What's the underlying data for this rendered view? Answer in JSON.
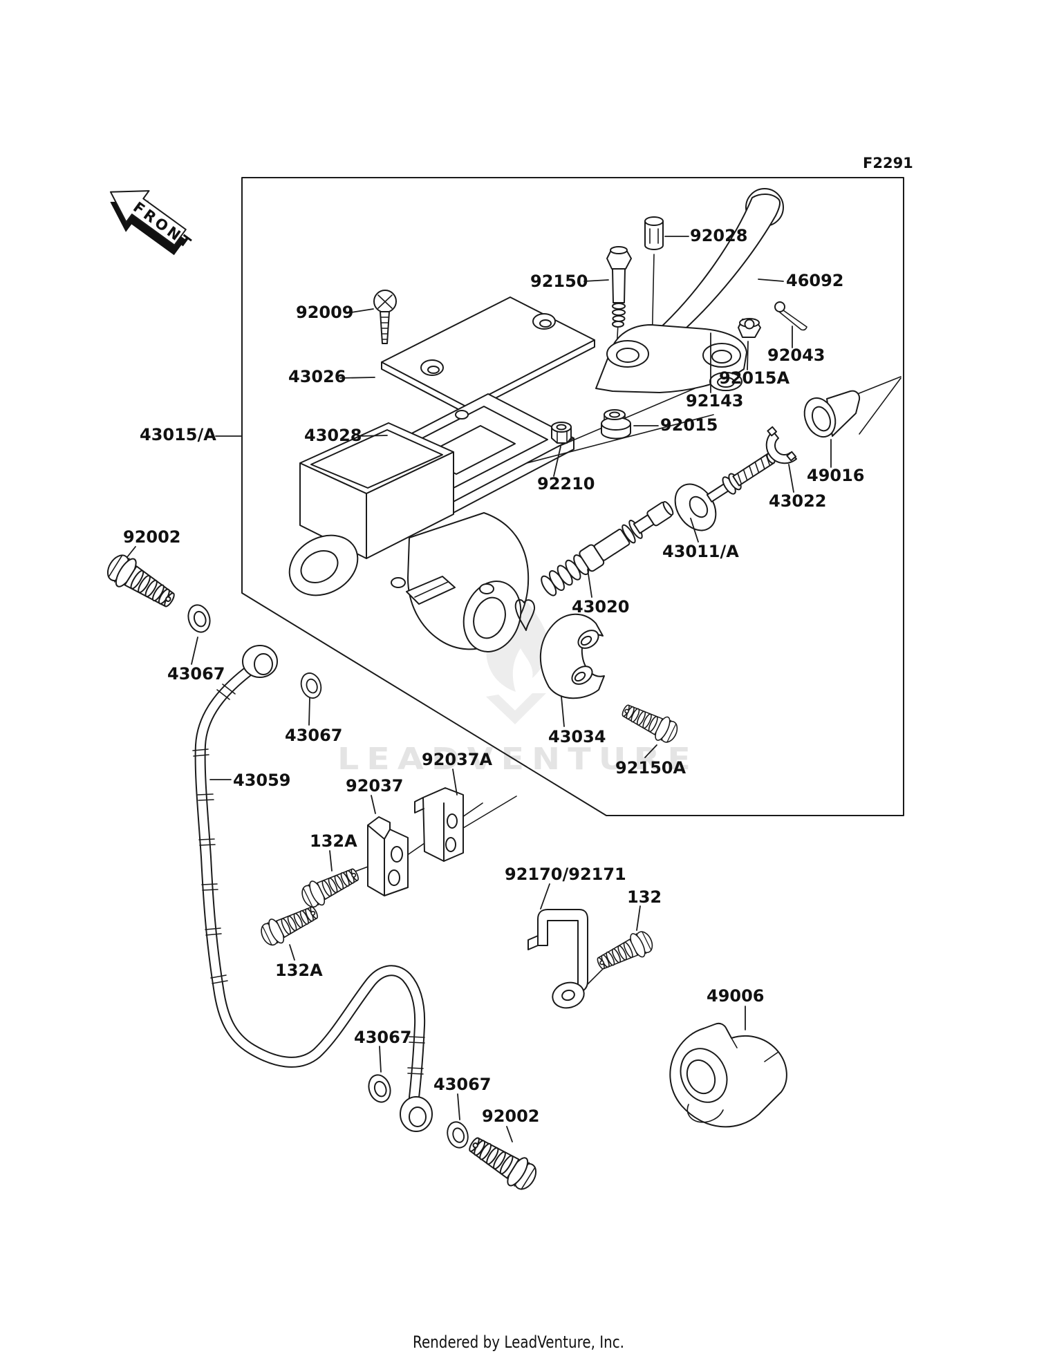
{
  "figure": {
    "code": "F2291",
    "front_marker": "FRONT"
  },
  "watermark": {
    "logo_text": "LEADVENTURE",
    "credit": "Rendered by LeadVenture, Inc."
  },
  "part_labels": [
    {
      "text": "92028"
    },
    {
      "text": "92150"
    },
    {
      "text": "46092"
    },
    {
      "text": "92009"
    },
    {
      "text": "43026"
    },
    {
      "text": "92043"
    },
    {
      "text": "92015A"
    },
    {
      "text": "92143"
    },
    {
      "text": "43028"
    },
    {
      "text": "92015"
    },
    {
      "text": "92210"
    },
    {
      "text": "43015/A"
    },
    {
      "text": "49016"
    },
    {
      "text": "43022"
    },
    {
      "text": "43011/A"
    },
    {
      "text": "92002"
    },
    {
      "text": "43020"
    },
    {
      "text": "43067"
    },
    {
      "text": "43034"
    },
    {
      "text": "92150A"
    },
    {
      "text": "43067"
    },
    {
      "text": "43059"
    },
    {
      "text": "92037"
    },
    {
      "text": "92037A"
    },
    {
      "text": "132A"
    },
    {
      "text": "92170/92171"
    },
    {
      "text": "132"
    },
    {
      "text": "132A"
    },
    {
      "text": "43067"
    },
    {
      "text": "49006"
    },
    {
      "text": "43067"
    },
    {
      "text": "92002"
    }
  ]
}
